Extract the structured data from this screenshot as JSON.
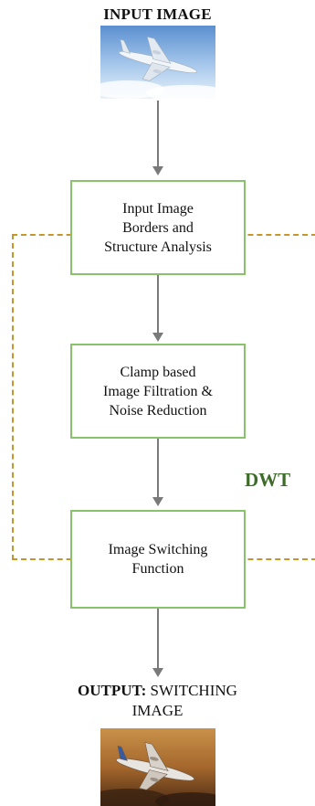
{
  "diagram": {
    "input_title": "INPUT IMAGE",
    "boxes": [
      {
        "label_lines": [
          "Input Image",
          "Borders and",
          "Structure Analysis"
        ]
      },
      {
        "label_lines": [
          "Clamp based",
          "Image Filtration &",
          "Noise Reduction"
        ]
      },
      {
        "label_lines": [
          "Image Switching",
          "Function"
        ]
      }
    ],
    "group_label": "DWT",
    "output_prefix": "OUTPUT:",
    "output_rest_line1": "SWITCHING",
    "output_line2": "IMAGE",
    "colors": {
      "box_border": "#86c36a",
      "dashed_frame": "#c8952a",
      "group_label": "#3d6b2a",
      "arrow": "#7a7a7a"
    },
    "icons": {
      "input_image": "airplane-sky-photo",
      "output_image": "airplane-sunset-photo"
    }
  }
}
